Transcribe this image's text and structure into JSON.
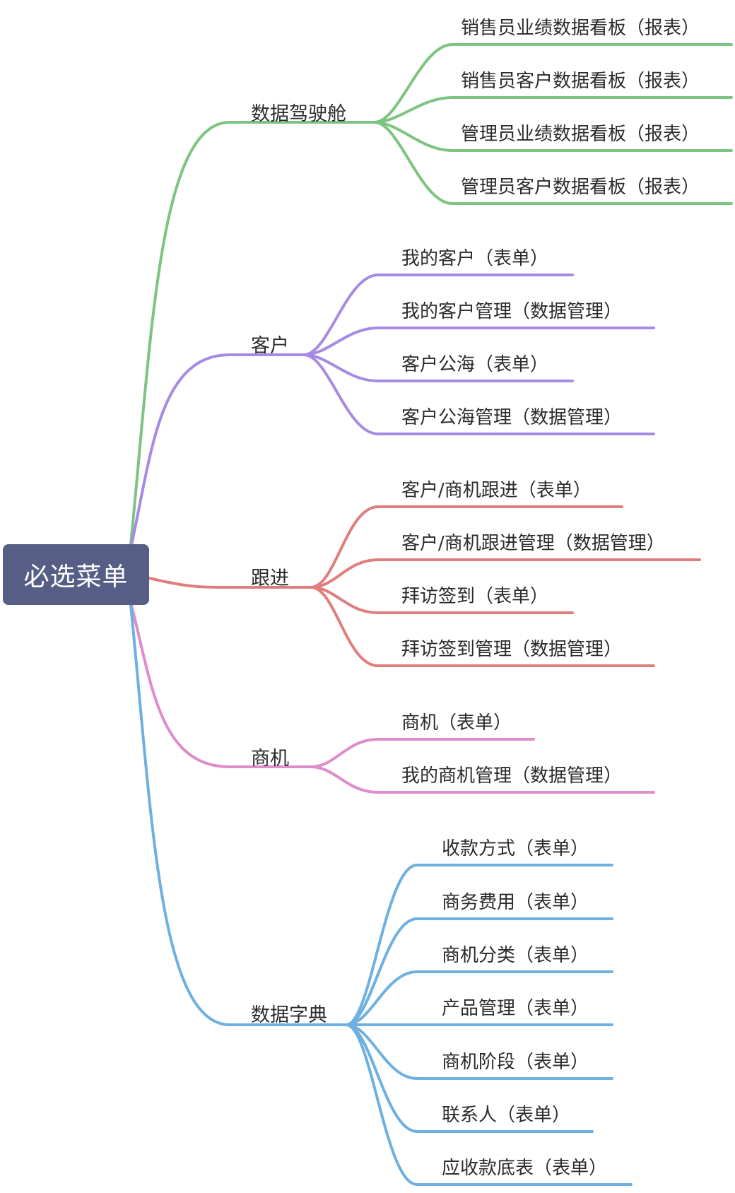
{
  "root": {
    "label": "必选菜单",
    "color": "#565e85"
  },
  "branches": [
    {
      "name": "数据驾驶舱",
      "color": "#7cc47f",
      "children": [
        "销售员业绩数据看板（报表）",
        "销售员客户数据看板（报表）",
        "管理员业绩数据看板（报表）",
        "管理员客户数据看板（报表）"
      ]
    },
    {
      "name": "客户",
      "color": "#a78ae3",
      "children": [
        "我的客户（表单）",
        "我的客户管理（数据管理）",
        "客户公海（表单）",
        "客户公海管理（数据管理）"
      ]
    },
    {
      "name": "跟进",
      "color": "#e07e7e",
      "children": [
        "客户/商机跟进（表单）",
        "客户/商机跟进管理（数据管理）",
        "拜访签到（表单）",
        "拜访签到管理（数据管理）"
      ]
    },
    {
      "name": "商机",
      "color": "#e08ccc",
      "children": [
        "商机（表单）",
        "我的商机管理（数据管理）"
      ]
    },
    {
      "name": "数据字典",
      "color": "#6eb0e0",
      "children": [
        "收款方式（表单）",
        "商务费用（表单）",
        "商机分类（表单）",
        "产品管理（表单）",
        "商机阶段（表单）",
        "联系人（表单）",
        "应收款底表（表单）"
      ]
    }
  ]
}
